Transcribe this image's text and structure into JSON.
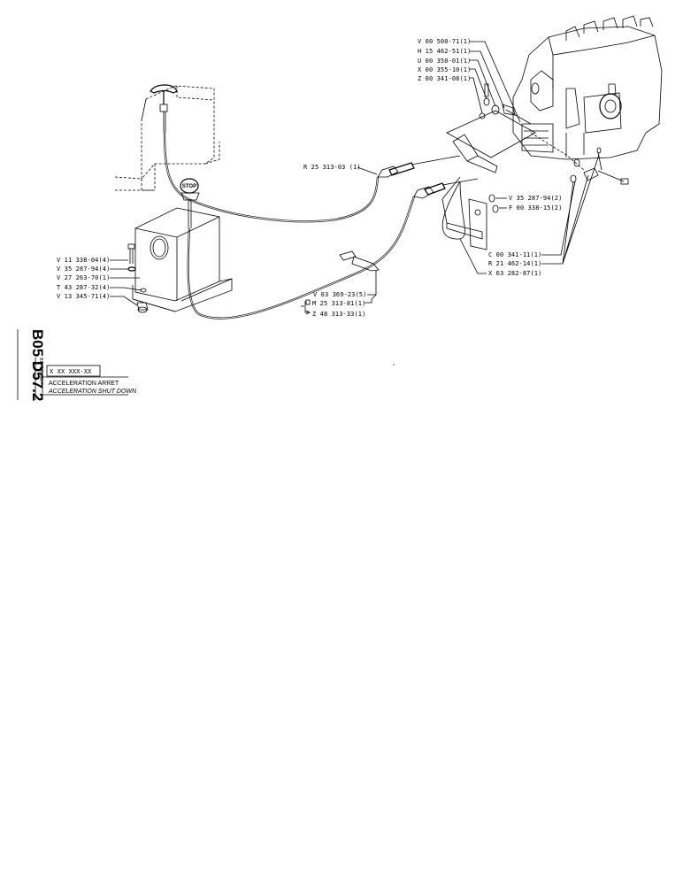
{
  "sheet": {
    "code": "B05 D57.2",
    "date": "08-10-86",
    "reference": "X XX XXX-XX",
    "title_fr": "ACCELERATION ARRET",
    "title_en": "ACCELERATION SHUT DOWN"
  },
  "control_box_labels": [
    "V 11 338-04(4)",
    "V 35 287-94(4)",
    "V 27 263-70(1)",
    "T 43 287-32(4)",
    "V 13 345-71(4)"
  ],
  "pump_labels": [
    "V 00 500-71(1)",
    "H 15 462-51(1)",
    "U 00 350-01(1)",
    "X 00 355-10(1)",
    "Z 00 341-08(1)"
  ],
  "cable_label": "R 25 313-03 (1)",
  "bracket_labels": [
    "V 35 287-94(2)",
    "F 00 338-15(2)"
  ],
  "linkage_labels": [
    "C 00 341-11(1)",
    "R 21 462-14(1)",
    "X 63 282-87(1)"
  ],
  "clip_labels": {
    "main": "V 03 369-23(5)",
    "alt_1": "M 25 313-81(1)",
    "alt_2": "Z 48 313-33(1)"
  },
  "stop_knob_text": "STOP"
}
